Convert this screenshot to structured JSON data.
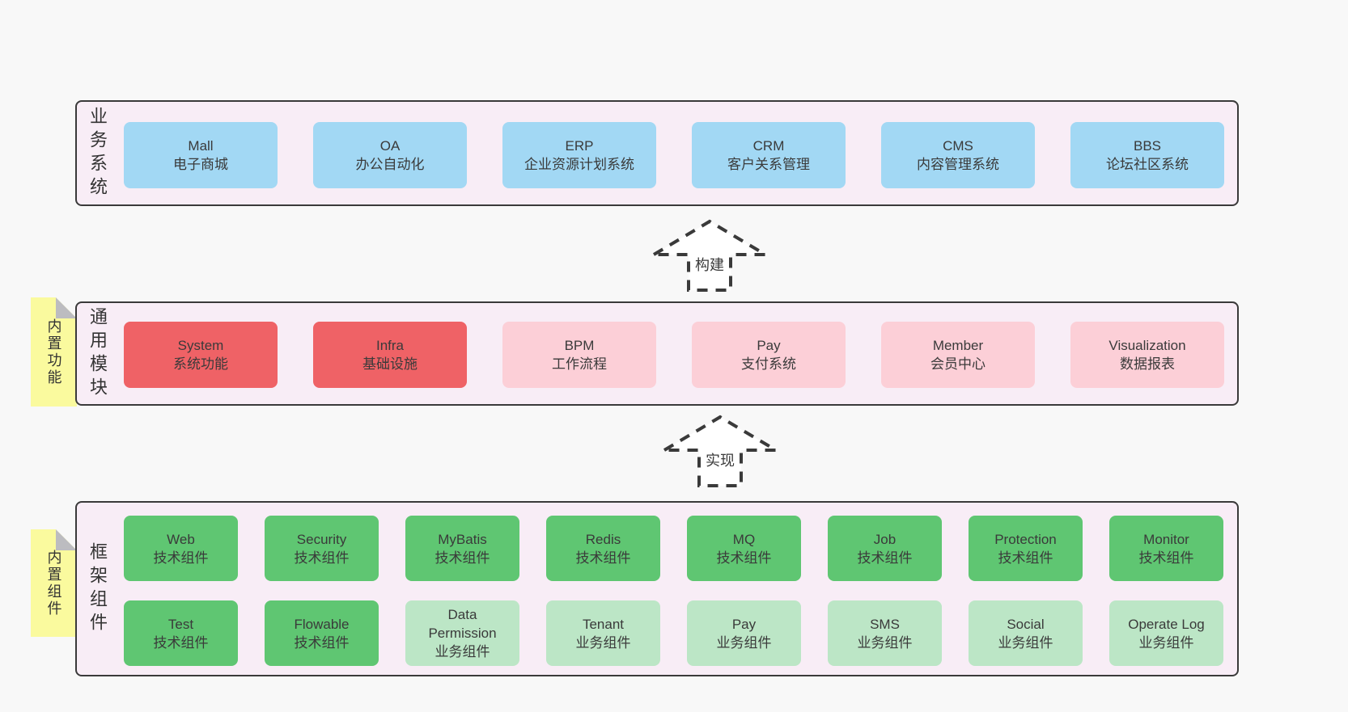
{
  "colors": {
    "background": "#f8f8f8",
    "band_fill": "#f8edf6",
    "band_border": "#3a3a3a",
    "blue_box": "#a2d8f4",
    "red_box": "#ef6266",
    "pink_box": "#fccfd7",
    "green_box": "#5fc672",
    "light_green_box": "#bce6c6",
    "note_yellow": "#fafa9e",
    "note_fold_gray": "#bcbcc0",
    "text": "#3a3a3a"
  },
  "arrows": [
    {
      "label": "构建"
    },
    {
      "label": "实现"
    }
  ],
  "business_layer": {
    "side_label": "业务系统",
    "boxes": [
      {
        "name": "Mall",
        "desc": "电子商城",
        "variant": "blue"
      },
      {
        "name": "OA",
        "desc": "办公自动化",
        "variant": "blue"
      },
      {
        "name": "ERP",
        "desc": "企业资源计划系统",
        "variant": "blue"
      },
      {
        "name": "CRM",
        "desc": "客户关系管理",
        "variant": "blue"
      },
      {
        "name": "CMS",
        "desc": "内容管理系统",
        "variant": "blue"
      },
      {
        "name": "BBS",
        "desc": "论坛社区系统",
        "variant": "blue"
      }
    ]
  },
  "module_layer": {
    "side_label": "通用模块",
    "note": "内置功能",
    "boxes": [
      {
        "name": "System",
        "desc": "系统功能",
        "variant": "red"
      },
      {
        "name": "Infra",
        "desc": "基础设施",
        "variant": "red"
      },
      {
        "name": "BPM",
        "desc": "工作流程",
        "variant": "pink"
      },
      {
        "name": "Pay",
        "desc": "支付系统",
        "variant": "pink"
      },
      {
        "name": "Member",
        "desc": "会员中心",
        "variant": "pink"
      },
      {
        "name": "Visualization",
        "desc": "数据报表",
        "variant": "pink"
      }
    ]
  },
  "component_layer": {
    "side_label": "框架组件",
    "note": "内置组件",
    "row1": [
      {
        "name": "Web",
        "desc": "技术组件",
        "variant": "green"
      },
      {
        "name": "Security",
        "desc": "技术组件",
        "variant": "green"
      },
      {
        "name": "MyBatis",
        "desc": "技术组件",
        "variant": "green"
      },
      {
        "name": "Redis",
        "desc": "技术组件",
        "variant": "green"
      },
      {
        "name": "MQ",
        "desc": "技术组件",
        "variant": "green"
      },
      {
        "name": "Job",
        "desc": "技术组件",
        "variant": "green"
      },
      {
        "name": "Protection",
        "desc": "技术组件",
        "variant": "green"
      },
      {
        "name": "Monitor",
        "desc": "技术组件",
        "variant": "green"
      }
    ],
    "row2": [
      {
        "name": "Test",
        "desc": "技术组件",
        "variant": "green"
      },
      {
        "name": "Flowable",
        "desc": "技术组件",
        "variant": "green"
      },
      {
        "name": "Data Permission",
        "desc": "业务组件",
        "variant": "light-green"
      },
      {
        "name": "Tenant",
        "desc": "业务组件",
        "variant": "light-green"
      },
      {
        "name": "Pay",
        "desc": "业务组件",
        "variant": "light-green"
      },
      {
        "name": "SMS",
        "desc": "业务组件",
        "variant": "light-green"
      },
      {
        "name": "Social",
        "desc": "业务组件",
        "variant": "light-green"
      },
      {
        "name": "Operate Log",
        "desc": "业务组件",
        "variant": "light-green"
      }
    ]
  }
}
